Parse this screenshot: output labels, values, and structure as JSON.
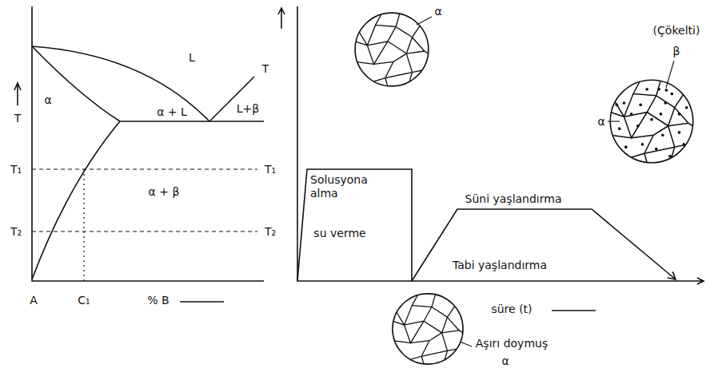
{
  "diagram": {
    "labels": [
      "T",
      "T₁",
      "T₂",
      "L",
      "α",
      "α + L",
      "L+β",
      "T",
      "T₁",
      "T₂",
      "α + β",
      "A",
      "C₁",
      "% B",
      "α",
      "Solusyona alma",
      "su verme",
      "Süni yaşlandırma",
      "Tabi yaşlandırma",
      "(Çökelti)",
      "β",
      "α",
      "süre (t)",
      "Aşırı doymuş",
      "α"
    ]
  }
}
